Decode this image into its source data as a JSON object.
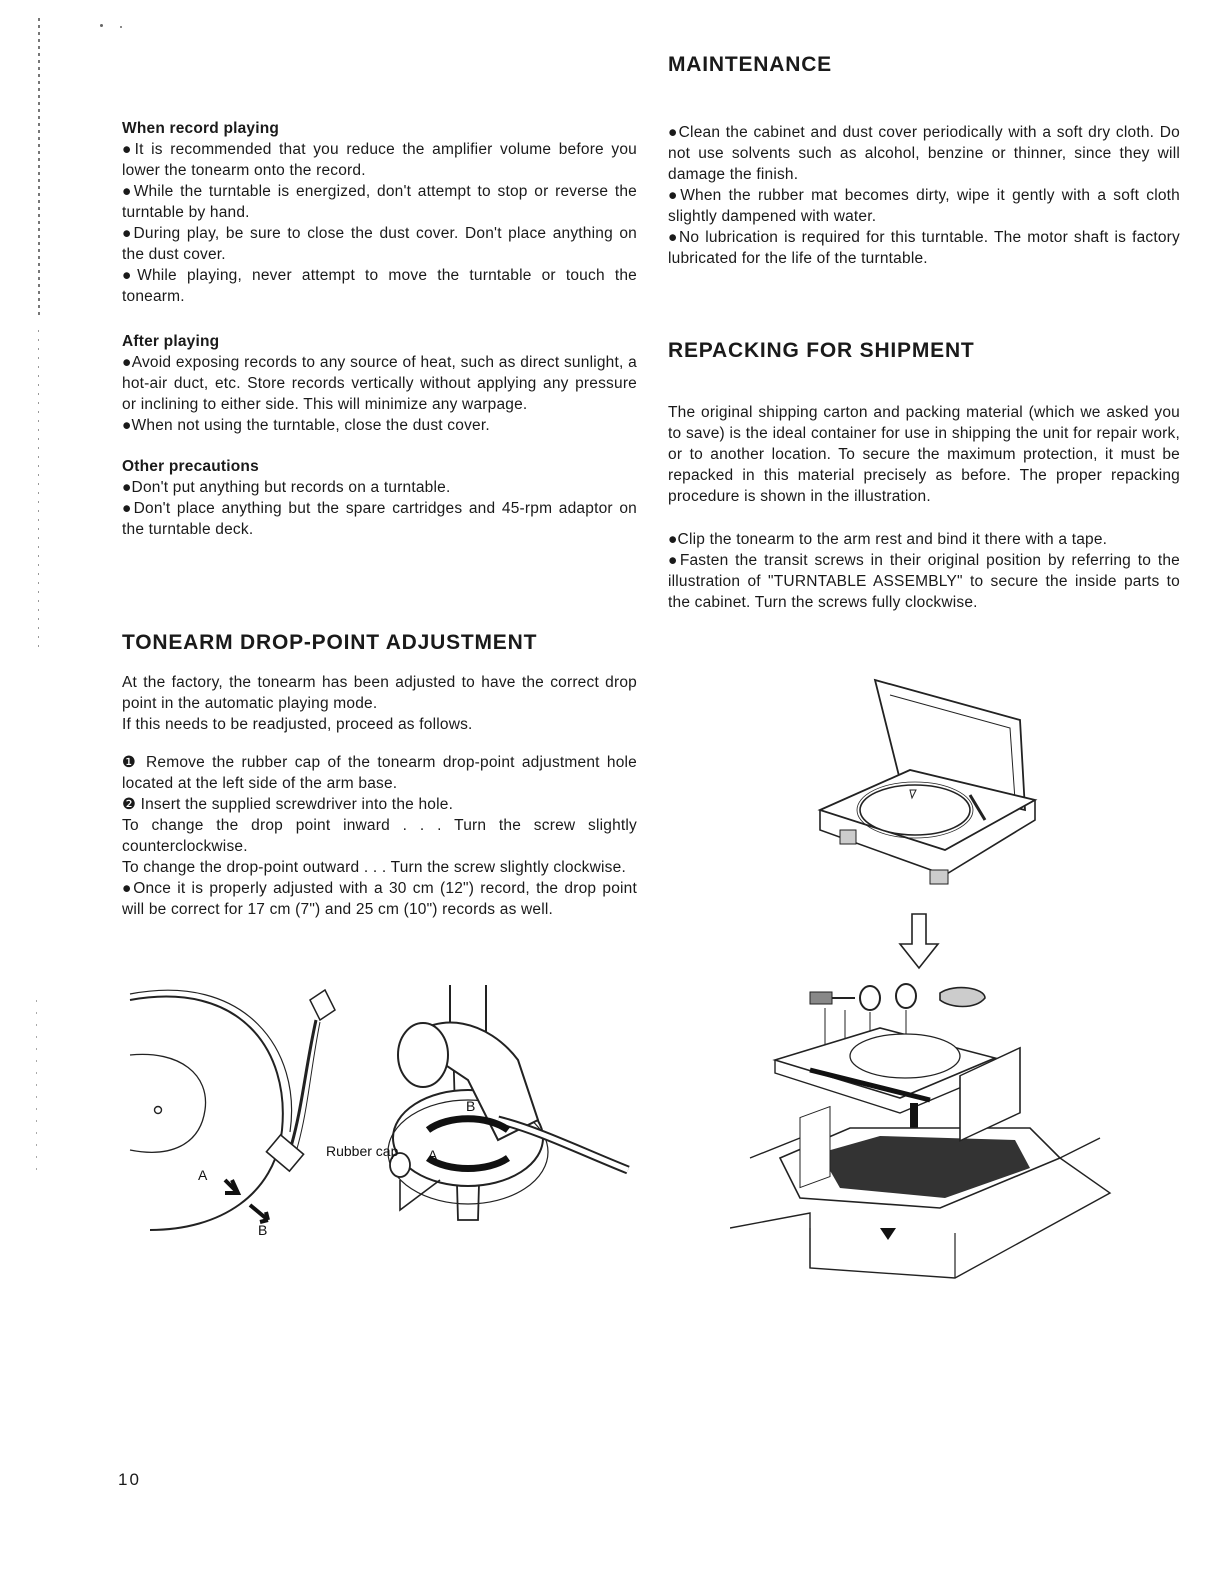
{
  "left": {
    "record_playing": {
      "heading": "When record playing",
      "items": [
        "●It is recommended that you reduce the amplifier volume before you lower the tonearm onto the record.",
        "●While the turntable is energized, don't attempt to stop or reverse the turntable by hand.",
        "●During play, be sure to close the dust cover. Don't place anything on the dust cover.",
        "●While playing, never attempt to move the turntable or touch the tonearm."
      ]
    },
    "after_playing": {
      "heading": "After playing",
      "items": [
        "●Avoid exposing records to any source of heat, such as direct sunlight, a hot-air duct, etc. Store records vertically without applying any pressure or inclining to either side. This will minimize any warpage.",
        "●When not using the turntable, close the dust cover."
      ]
    },
    "other_precautions": {
      "heading": "Other precautions",
      "items": [
        "●Don't put anything but records on a turntable.",
        "●Don't place anything but the spare cartridges and 45-rpm adaptor on the turntable deck."
      ]
    },
    "drop_point": {
      "title": "TONEARM DROP-POINT ADJUSTMENT",
      "intro": [
        "At the factory, the tonearm has been adjusted to have the correct drop point in the automatic playing mode.",
        "If this needs to be readjusted, proceed as follows."
      ],
      "steps": [
        "❶ Remove the rubber cap of the tonearm drop-point adjustment hole located at the left side of the arm base.",
        "❷ Insert the supplied screwdriver into the hole.",
        "To change the drop point inward . . . Turn the screw slightly counterclockwise.",
        "To change the drop-point outward . . . Turn the screw slightly clockwise.",
        "●Once it is properly adjusted with a 30 cm (12\") record, the drop point will be correct for 17 cm (7\") and 25 cm (10\") records as well."
      ],
      "figure_labels": {
        "a1": "A",
        "b1": "B",
        "rubber_cap": "Rubber cap",
        "a2": "A",
        "b2": "B"
      }
    }
  },
  "right": {
    "maintenance": {
      "title": "MAINTENANCE",
      "items": [
        "●Clean the cabinet and dust cover periodically with a soft dry cloth. Do not use solvents such as alcohol, benzine or thinner, since they will damage the finish.",
        "●When the rubber mat becomes dirty, wipe it gently with a soft cloth slightly dampened with water.",
        "●No lubrication is required for this turntable. The motor shaft is factory lubricated for the life of the turntable."
      ]
    },
    "repacking": {
      "title": "REPACKING FOR SHIPMENT",
      "paragraph": "The original shipping carton and packing material (which we asked you to save) is the ideal container for use in shipping the unit for repair work, or to another location. To secure the maximum protection, it must be repacked in this material precisely as before. The proper repacking procedure is shown in the illustration.",
      "items": [
        "●Clip the tonearm to the arm rest and bind it there with a tape.",
        "●Fasten the transit screws in their original position by referring to the illustration of \"TURNTABLE ASSEMBLY\" to secure the inside parts to the cabinet. Turn the screws fully clockwise."
      ]
    }
  },
  "page_number": "10"
}
